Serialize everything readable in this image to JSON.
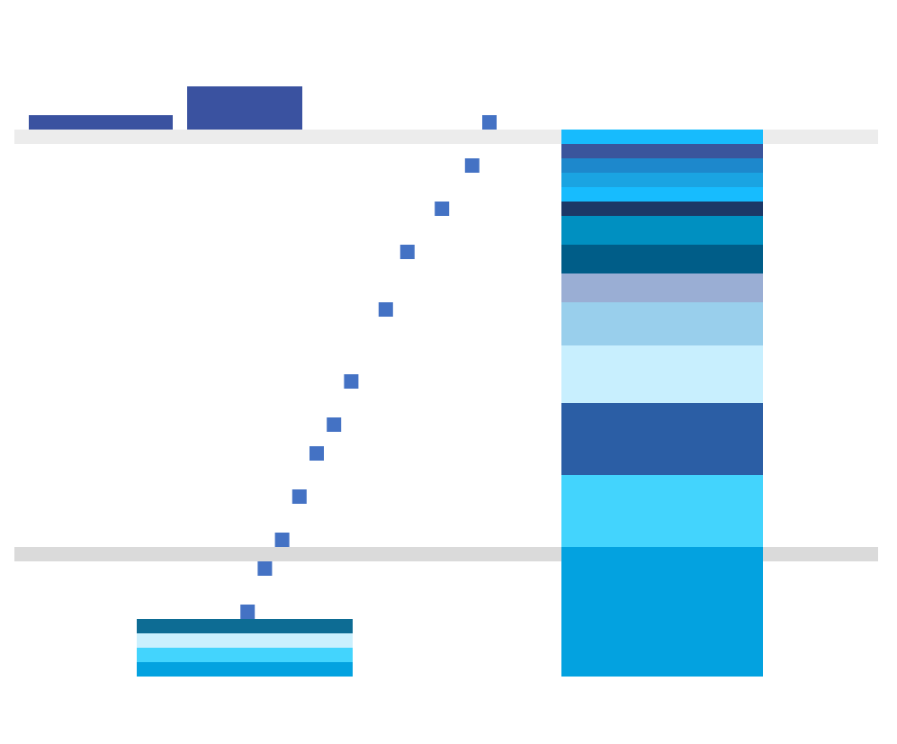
{
  "title": "",
  "tabs": [
    {
      "label": "",
      "active": true
    },
    {
      "label": "",
      "active": false
    }
  ],
  "annotation": "",
  "chart_data": {
    "type": "bar",
    "stacked": true,
    "categories": [
      "",
      ""
    ],
    "ylim": [
      0,
      38
    ],
    "grid": false,
    "reference_lines": [
      38,
      9
    ],
    "series": [
      {
        "color": "#03a2e0",
        "values": [
          1,
          9
        ]
      },
      {
        "color": "#43d4fd",
        "values": [
          1,
          5
        ]
      },
      {
        "color": "#caf0fe",
        "values": [
          1,
          0
        ]
      },
      {
        "color": "#0d6c94",
        "values": [
          1,
          0
        ]
      },
      {
        "color": "#2b5ea5",
        "values": [
          0,
          5
        ]
      },
      {
        "color": "#c8effe",
        "values": [
          0,
          4
        ]
      },
      {
        "color": "#99cfec",
        "values": [
          0,
          3
        ]
      },
      {
        "color": "#9aaed4",
        "values": [
          0,
          2
        ]
      },
      {
        "color": "#005d88",
        "values": [
          0,
          2
        ]
      },
      {
        "color": "#0090c1",
        "values": [
          0,
          2
        ]
      },
      {
        "color": "#1c3867",
        "values": [
          0,
          1
        ]
      },
      {
        "color": "#17bcfe",
        "values": [
          0,
          1
        ]
      },
      {
        "color": "#1aa4e2",
        "values": [
          0,
          1
        ]
      },
      {
        "color": "#1d88cc",
        "values": [
          0,
          1
        ]
      },
      {
        "color": "#3a559c",
        "values": [
          0,
          1
        ]
      },
      {
        "color": "#17bbfd",
        "values": [
          0,
          1
        ]
      }
    ],
    "trend_points": [
      {
        "x": 0.08,
        "y": 4.5
      },
      {
        "x": 0.16,
        "y": 7.5
      },
      {
        "x": 0.24,
        "y": 9.5
      },
      {
        "x": 0.32,
        "y": 12.5
      },
      {
        "x": 0.4,
        "y": 15.5
      },
      {
        "x": 0.48,
        "y": 17.5
      },
      {
        "x": 0.56,
        "y": 20.5
      },
      {
        "x": 0.72,
        "y": 25.5
      },
      {
        "x": 0.82,
        "y": 29.5
      },
      {
        "x": 0.98,
        "y": 32.5
      },
      {
        "x": 1.12,
        "y": 35.5
      },
      {
        "x": 1.2,
        "y": 38.5
      }
    ],
    "trend_color": "#4472c4"
  }
}
